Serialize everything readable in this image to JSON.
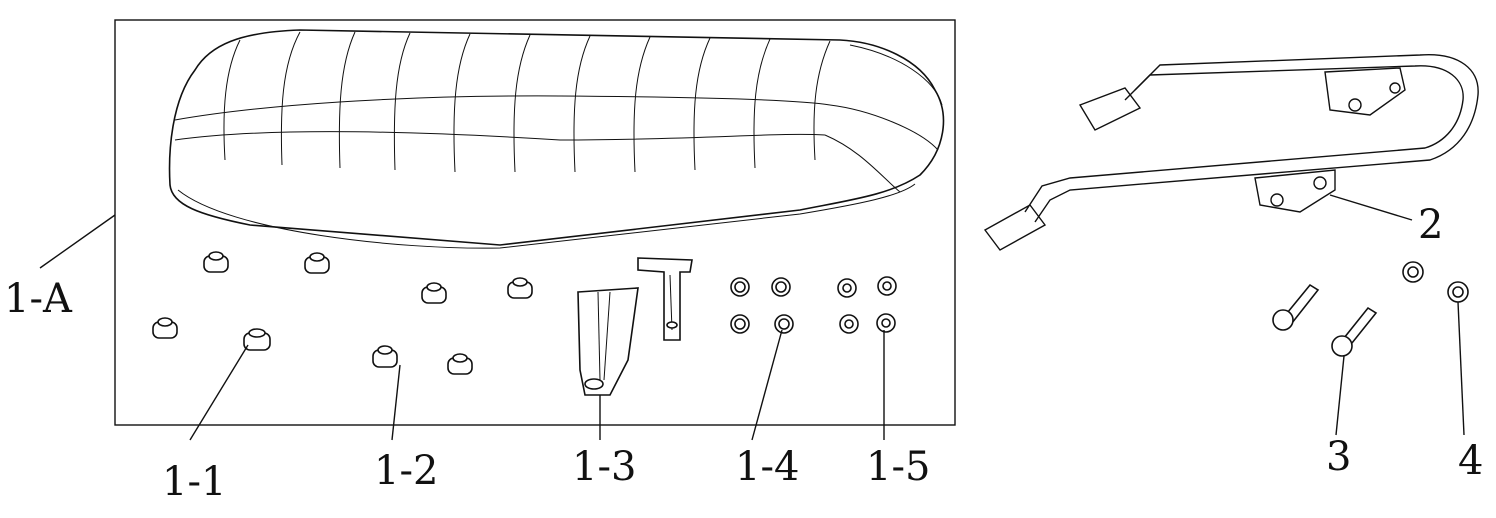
{
  "labels": {
    "assembly": "1-A",
    "part_1_1": "1-1",
    "part_1_2": "1-2",
    "part_1_3": "1-3",
    "part_1_4": "1-4",
    "part_1_5": "1-5",
    "part_2": "2",
    "part_3": "3",
    "part_4": "4"
  }
}
